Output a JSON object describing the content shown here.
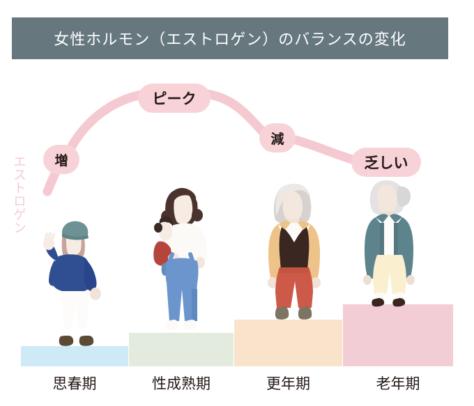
{
  "header": {
    "title": "女性ホルモン（エストロゲン）のバランスの変化",
    "bar_color": "#66777e",
    "text_color": "#ffffff"
  },
  "axis": {
    "y_label": "エストロゲン",
    "y_label_color": "#f3cdd3"
  },
  "chart_data": {
    "type": "line",
    "title": "女性ホルモン（エストロゲン）のバランスの変化",
    "xlabel": "",
    "ylabel": "エストロゲン",
    "categories": [
      "思春期",
      "性成熟期",
      "更年期",
      "老年期"
    ],
    "series": [
      {
        "name": "エストロゲン",
        "values": [
          30,
          100,
          55,
          18
        ],
        "point_labels": [
          "増",
          "ピーク",
          "減",
          "乏しい"
        ]
      }
    ],
    "bar_like_steps": [
      {
        "category": "思春期",
        "height": 29,
        "color": "#cdeaf6"
      },
      {
        "category": "性成熟期",
        "height": 48,
        "color": "#e2ebdd"
      },
      {
        "category": "更年期",
        "height": 67,
        "color": "#fae3cb"
      },
      {
        "category": "老年期",
        "height": 89,
        "color": "#f2cdd6"
      }
    ],
    "line_color": "#f5c9d1",
    "grid": false,
    "legend": "none",
    "annotations": [
      {
        "label": "増",
        "x": "思春期"
      },
      {
        "label": "ピーク",
        "x": "性成熟期"
      },
      {
        "label": "減",
        "x": "更年期"
      },
      {
        "label": "乏しい",
        "x": "老年期"
      }
    ]
  },
  "curve": {
    "labels": {
      "increase": "増",
      "peak": "ピーク",
      "decrease": "減",
      "scarce": "乏しい"
    },
    "pill_color": "#f7d3d8",
    "pill_text_color": "#231815",
    "stroke_color": "#f5c9d1"
  },
  "stages": [
    {
      "label": "思春期",
      "step_color": "#cdeaf6",
      "figure": "teen-girl-figure"
    },
    {
      "label": "性成熟期",
      "step_color": "#e2ebdd",
      "figure": "mother-with-child-figure"
    },
    {
      "label": "更年期",
      "step_color": "#fae3cb",
      "figure": "middle-aged-woman-figure"
    },
    {
      "label": "老年期",
      "step_color": "#f2cdd6",
      "figure": "elderly-woman-figure"
    }
  ]
}
